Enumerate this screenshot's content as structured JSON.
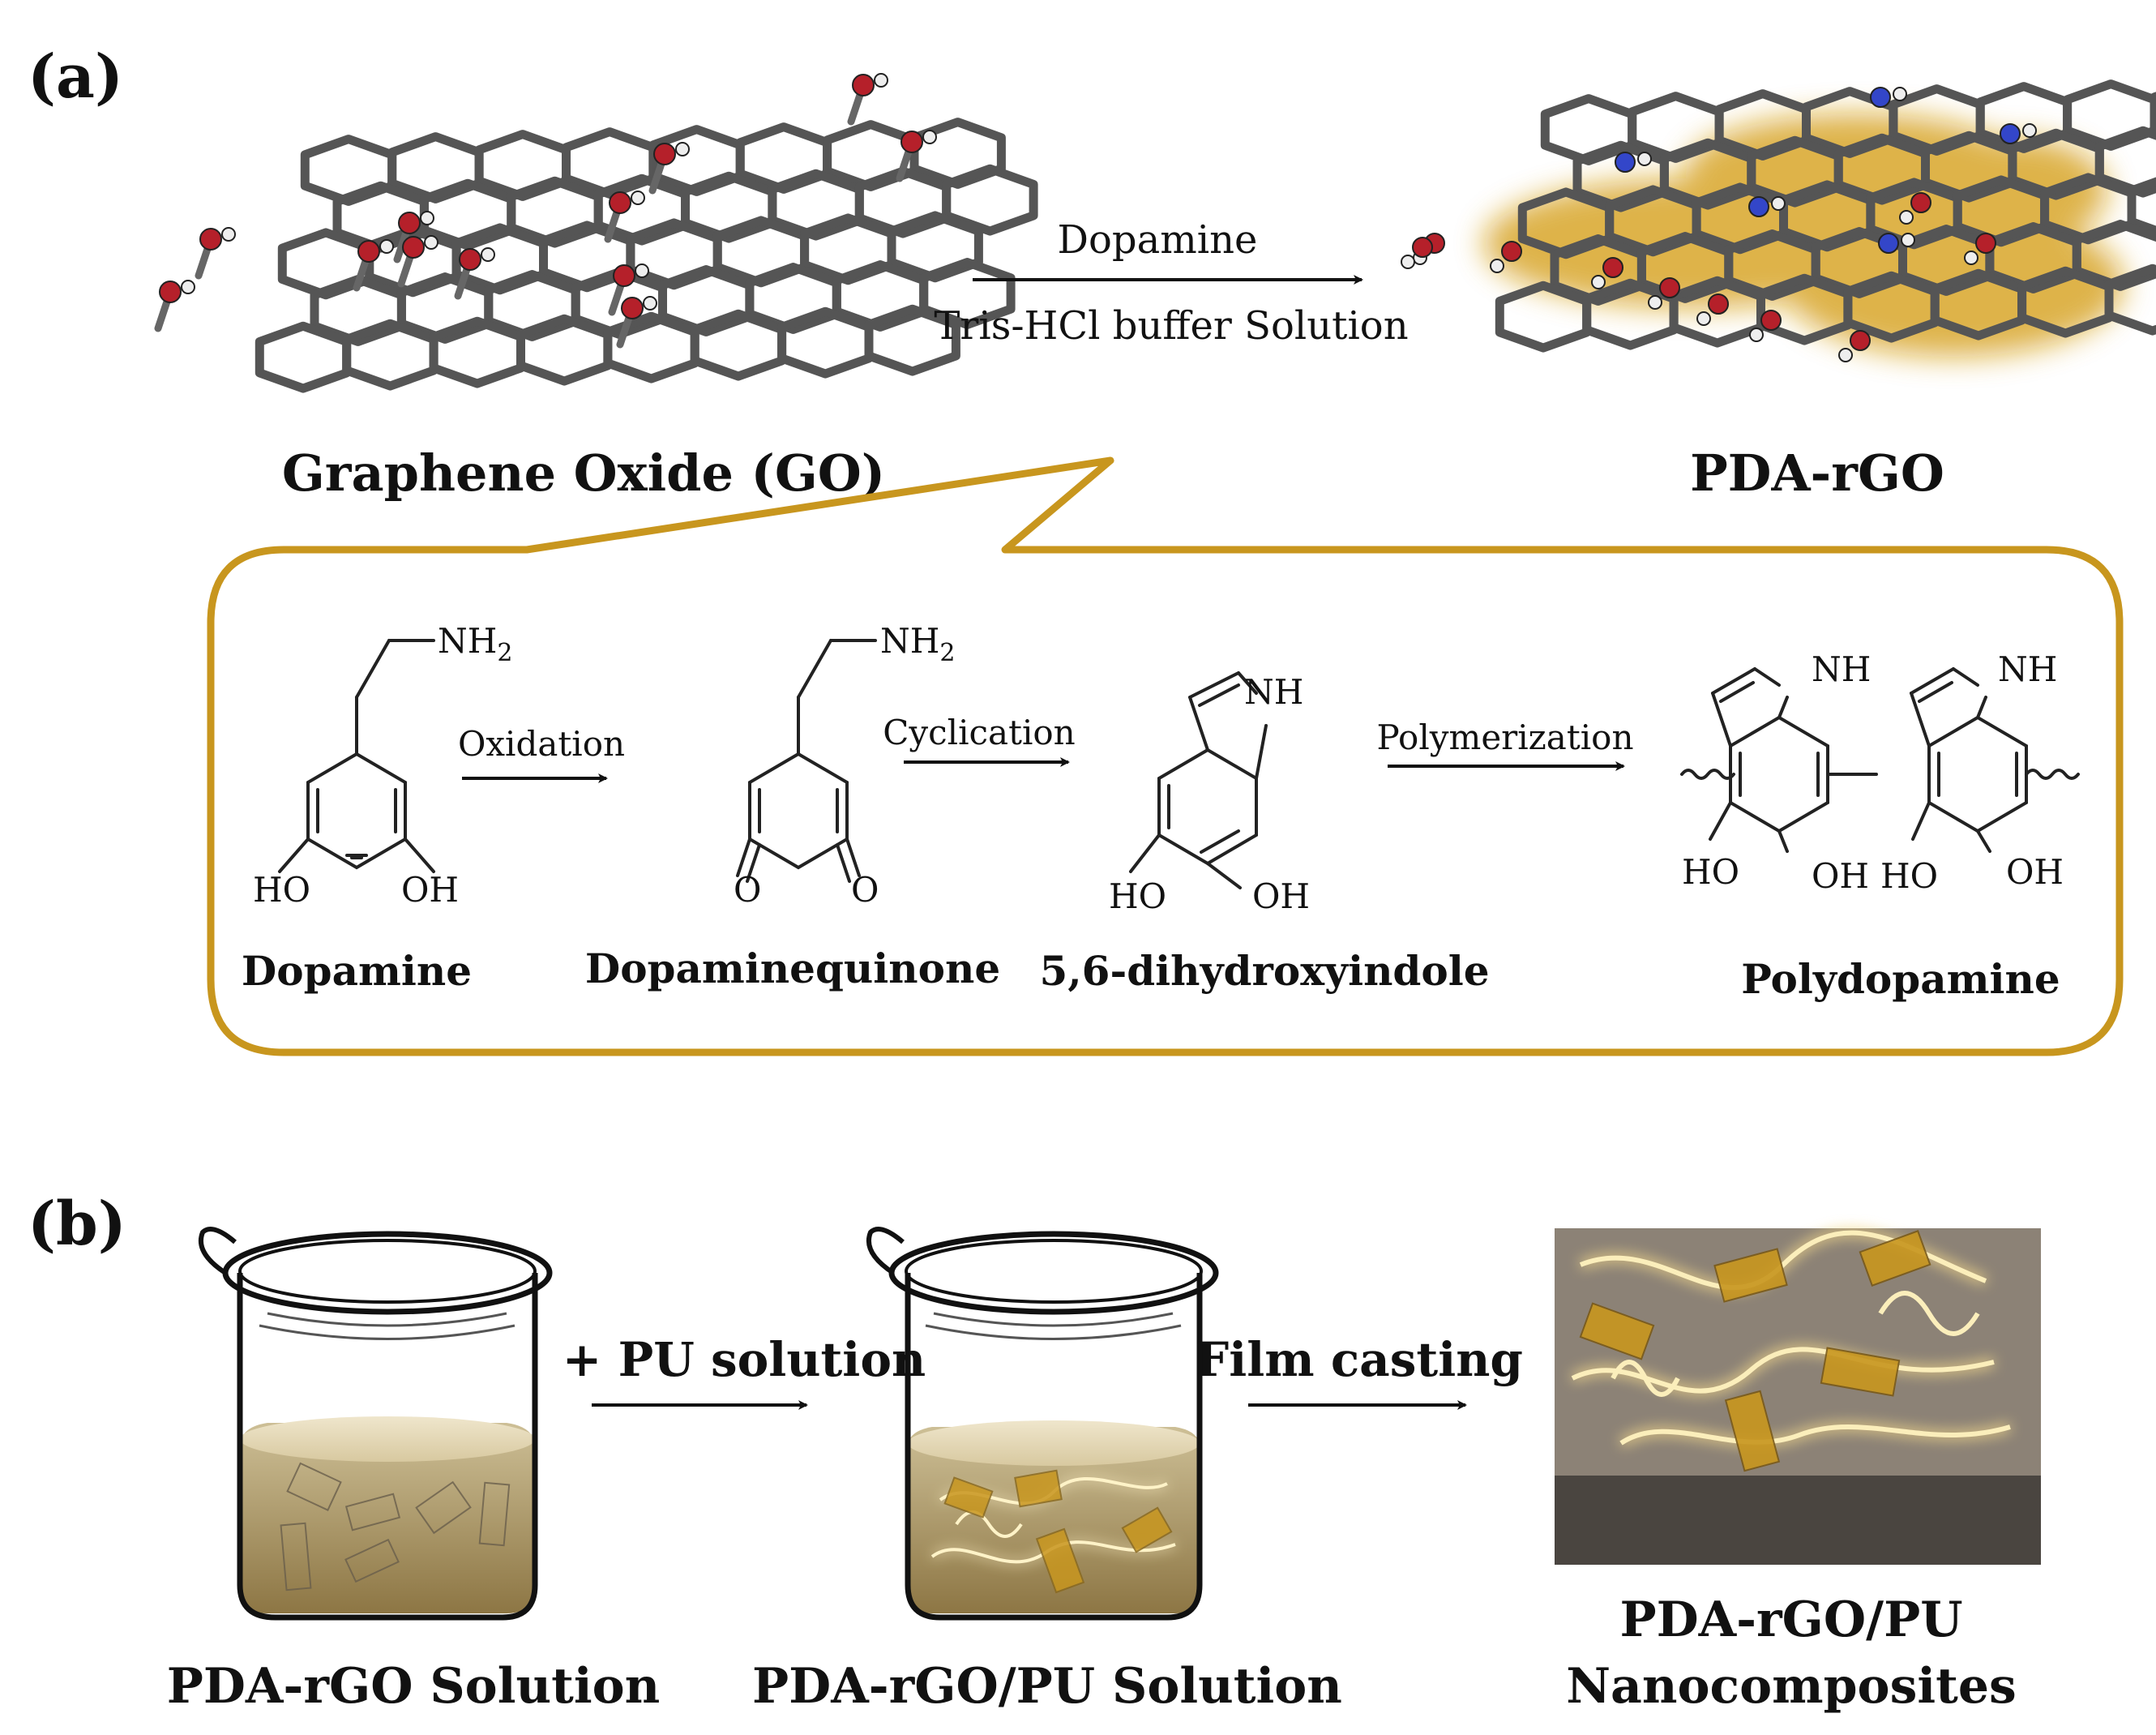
{
  "panel_a": {
    "label": "(a)",
    "go_label": "Graphene Oxide (GO)",
    "pda_rgo_label": "PDA-rGO",
    "arrow_top": "Dopamine",
    "arrow_bottom": "Tris-HCl buffer Solution",
    "scheme": {
      "steps": [
        "Oxidation",
        "Cyclication",
        "Polymerization"
      ],
      "compounds": [
        "Dopamine",
        "Dopaminequinone",
        "5,6-dihydroxyindole",
        "Polydopamine"
      ],
      "atoms": {
        "nh2": "NH",
        "nh2_sub": "2",
        "nh": "NH",
        "ho": "HO",
        "oh": "OH",
        "o": "O"
      }
    }
  },
  "panel_b": {
    "label": "(b)",
    "step1": "+ PU solution",
    "step2": "Film casting",
    "beaker1_label": "PDA-rGO Solution",
    "beaker2_label": "PDA-rGO/PU Solution",
    "film_label_line1": "PDA-rGO/PU",
    "film_label_line2": "Nanocomposites"
  },
  "colors": {
    "accent_gold": "#c8961e",
    "carbon_gray": "#555555",
    "oxygen_red": "#b5202a",
    "nitrogen_blue": "#3346c9",
    "solution_tan": "#9a8450",
    "film_top": "#8c8276",
    "film_side": "#4a4540"
  }
}
